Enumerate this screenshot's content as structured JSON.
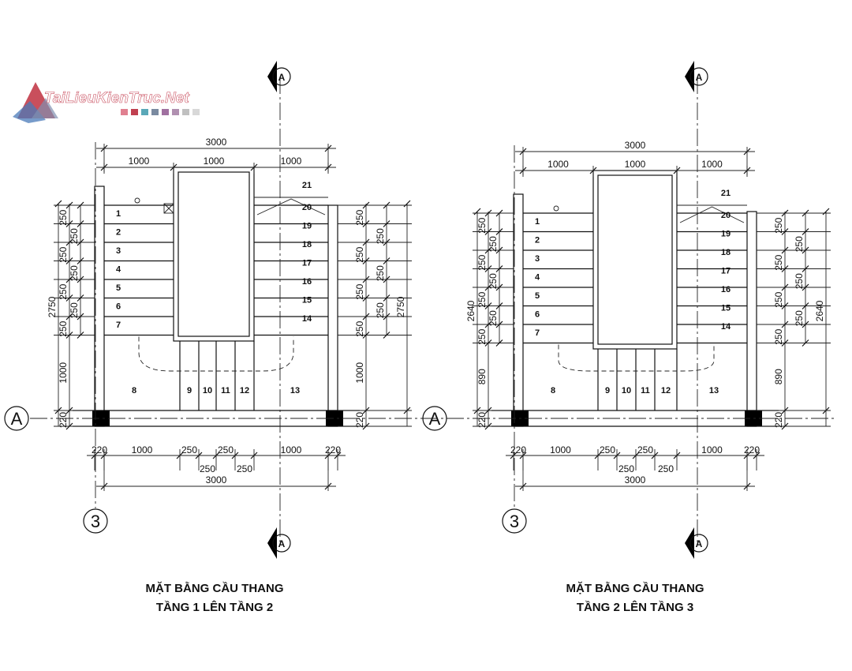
{
  "watermark": {
    "text": "TaiLieuKienTruc.Net",
    "swatches": [
      "#e08090",
      "#c04050",
      "#5aa8b8",
      "#7a8aa0",
      "#a070a0",
      "#b090b0",
      "#c0c0c0",
      "#d8d8d8"
    ],
    "colors": {
      "logo_red": "#c03040",
      "logo_blue": "#4a7ab8"
    }
  },
  "plans": [
    {
      "id": "tang-1",
      "title_line1": "MẶT BẰNG CẦU THANG",
      "title_line2": "TẦNG 1 LÊN TẦNG 2",
      "top_total": "3000",
      "top_parts": [
        "1000",
        "1000",
        "1000"
      ],
      "bottom_parts": [
        "220",
        "1000",
        "250",
        "250",
        "1000",
        "220"
      ],
      "bottom_mid": [
        "250",
        "250"
      ],
      "bottom_total": "3000",
      "left_total": "2750",
      "left_landing": "1000",
      "left_wall": "220",
      "right_total": "2750",
      "right_landing": "1000",
      "right_wall": "220",
      "riser": "250",
      "axis_row": "A",
      "axis_col": "3",
      "section_mark": "A",
      "steps_left": [
        "1",
        "2",
        "3",
        "4",
        "5",
        "6",
        "7"
      ],
      "steps_right": [
        "20",
        "19",
        "18",
        "17",
        "16",
        "15",
        "14"
      ],
      "steps_bottom": [
        "8",
        "9",
        "10",
        "11",
        "12",
        "13"
      ],
      "step_top": "21"
    },
    {
      "id": "tang-2",
      "title_line1": "MẶT BẰNG CẦU THANG",
      "title_line2": "TẦNG 2 LÊN TẦNG 3",
      "top_total": "3000",
      "top_parts": [
        "1000",
        "1000",
        "1000"
      ],
      "bottom_parts": [
        "220",
        "1000",
        "250",
        "250",
        "1000",
        "220"
      ],
      "bottom_mid": [
        "250",
        "250"
      ],
      "bottom_total": "3000",
      "left_total": "2640",
      "left_landing": "890",
      "left_wall": "220",
      "right_total": "2640",
      "right_landing": "890",
      "right_wall": "220",
      "riser": "250",
      "axis_row": "A",
      "axis_col": "3",
      "section_mark": "A",
      "steps_left": [
        "1",
        "2",
        "3",
        "4",
        "5",
        "6",
        "7"
      ],
      "steps_right": [
        "20",
        "19",
        "18",
        "17",
        "16",
        "15",
        "14"
      ],
      "steps_bottom": [
        "8",
        "9",
        "10",
        "11",
        "12",
        "13"
      ],
      "step_top": "21"
    }
  ]
}
